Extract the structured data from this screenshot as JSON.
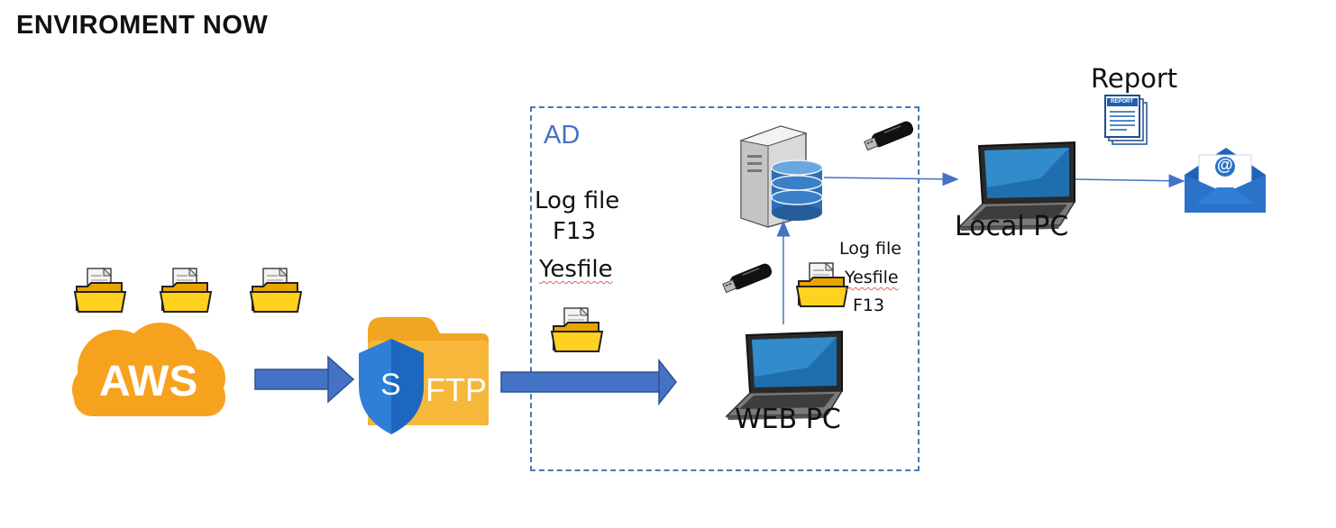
{
  "title": "ENVIROMENT NOW",
  "ad": {
    "label": "AD"
  },
  "aws": {
    "label": "AWS"
  },
  "sftp": {
    "badge_letter": "S",
    "label": "FTP"
  },
  "ad_notes": {
    "line1": "Log file",
    "line2": "F13",
    "line3": "Yesfile"
  },
  "web_notes": {
    "line1": "Log file",
    "line2": "Yesfile",
    "line3": "F13"
  },
  "web_pc": {
    "label": "WEB PC"
  },
  "local_pc": {
    "label": "Local PC"
  },
  "report": {
    "label": "Report",
    "doc_text": "REPORT"
  },
  "email": {
    "symbol": "@"
  },
  "colors": {
    "arrow_blue": "#4472c4",
    "aws_orange": "#f7a21e",
    "folder_yellow": "#f5b731",
    "shield_blue": "#2f7fd8",
    "mail_blue": "#2a73c9"
  }
}
